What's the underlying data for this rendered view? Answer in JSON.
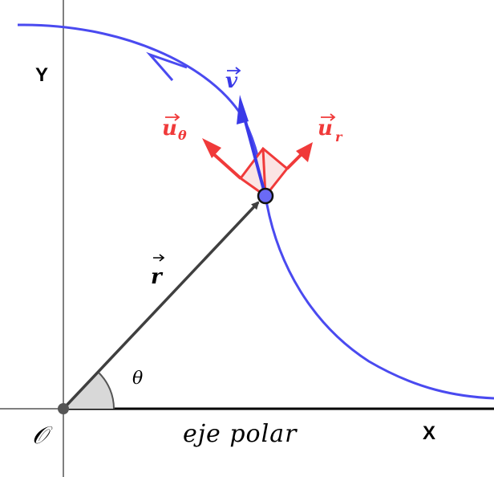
{
  "labels": {
    "y_axis": "Y",
    "x_axis": "X",
    "origin": "𝒪",
    "polar_axis": "eje polar",
    "angle": "θ",
    "position_vector": "r",
    "velocity": "v",
    "unit_r_base": "u",
    "unit_r_sub": "r",
    "unit_theta_base": "u",
    "unit_theta_sub": "θ"
  },
  "colors": {
    "trajectory": "#4a4af0",
    "velocity": "#3a3ae8",
    "unit_vectors": "#f03a3a",
    "position_vector": "#3f3f3f",
    "axes": "#000000",
    "angle_fill": "#d8d8d8"
  }
}
